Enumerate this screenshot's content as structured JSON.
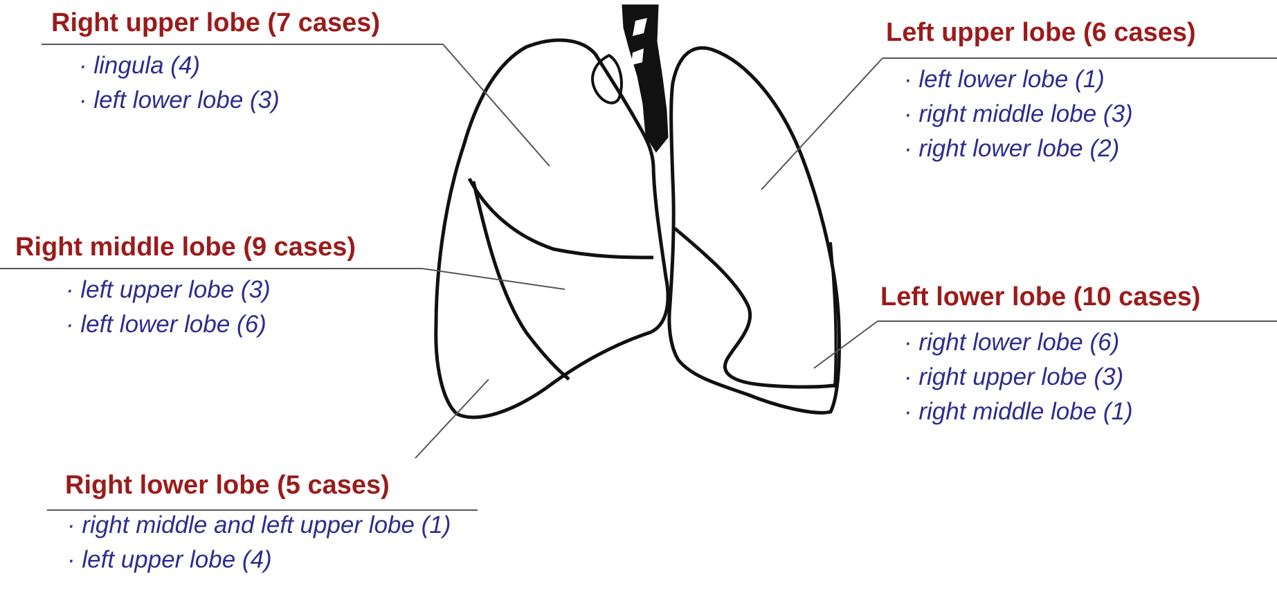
{
  "regions": [
    {
      "id": "right-upper",
      "title": "Right upper lobe (7 cases)",
      "items": [
        "· lingula (4)",
        "· left lower lobe (3)"
      ]
    },
    {
      "id": "right-middle",
      "title": "Right middle lobe (9 cases)",
      "items": [
        "· left upper lobe (3)",
        "· left lower lobe (6)"
      ]
    },
    {
      "id": "right-lower",
      "title": "Right lower lobe (5 cases)",
      "items": [
        "· right middle and left upper lobe (1)",
        "· left upper lobe (4)"
      ]
    },
    {
      "id": "left-upper",
      "title": "Left upper lobe (6 cases)",
      "items": [
        "· left lower lobe (1)",
        "· right middle lobe (3)",
        "· right lower lobe (2)"
      ]
    },
    {
      "id": "left-lower",
      "title": "Left lower lobe (10 cases)",
      "items": [
        "· right lower lobe (6)",
        "· right upper lobe (3)",
        "· right middle lobe (1)"
      ]
    }
  ],
  "colors": {
    "heading": "#9b1b1b",
    "item": "#2e2c8c",
    "outline": "#111111",
    "leader": "#555555"
  }
}
